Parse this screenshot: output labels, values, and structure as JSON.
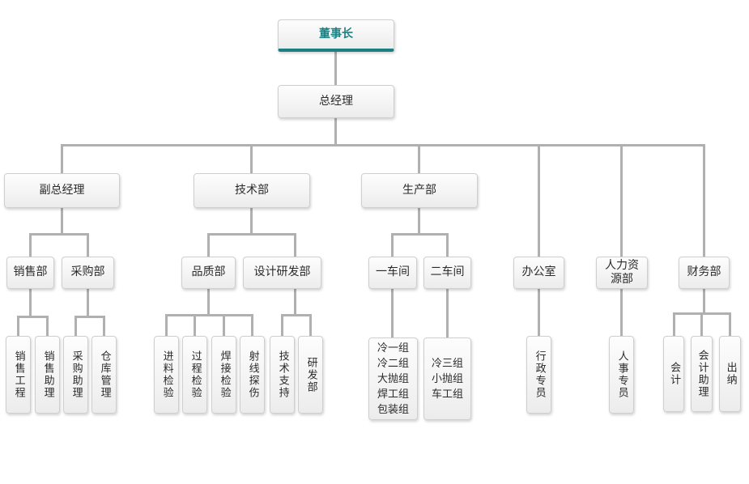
{
  "chart_title": "",
  "colors": {
    "accent_teal": "#1e7f82",
    "connector_gray": "#b0b0b0",
    "node_border": "#cfcfcf",
    "node_fill_top": "#fdfdfd",
    "node_fill_bottom": "#ececec",
    "background": "#ffffff"
  },
  "org": {
    "type": "org-chart",
    "nodes": {
      "chairman": "董事长",
      "general_manager": "总经理",
      "deputy_gm": "副总经理",
      "tech_dept": "技术部",
      "production_dept": "生产部",
      "sales_dept": "销售部",
      "purchasing_dept": "采购部",
      "quality_dept": "品质部",
      "design_rd_dept": "设计研发部",
      "workshop_1": "一车间",
      "workshop_2": "二车间",
      "office": "办公室",
      "hr_dept": "人力资源部",
      "finance_dept": "财务部",
      "sales_engineering": "销售工程",
      "sales_assistant": "销售助理",
      "purchasing_assistant": "采购助理",
      "warehouse_management": "仓库管理",
      "incoming_inspection": "进料检验",
      "process_inspection": "过程检验",
      "welding_inspection": "焊接检验",
      "radiographic_testing": "射线探伤",
      "technical_support": "技术支持",
      "rd_dept": "研发部",
      "workshop1_groups": "冷一组\n冷二组\n大抛组\n焊工组\n包装组",
      "workshop2_groups": "冷三组\n小抛组\n车工组",
      "admin_specialist": "行政专员",
      "hr_specialist": "人事专员",
      "accountant": "会计",
      "accounting_assistant": "会计助理",
      "cashier": "出纳"
    }
  }
}
